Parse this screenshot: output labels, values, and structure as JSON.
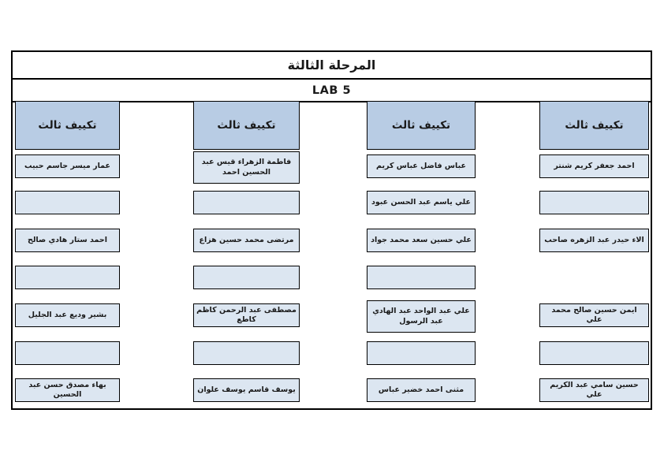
{
  "document": {
    "stage_title": "المرحلة الثالثة",
    "lab_title": "LAB 5",
    "group_header_label": "تكييف ثالث",
    "colors": {
      "header_fill": "#b8cce4",
      "cell_fill": "#dce6f1",
      "border": "#000000",
      "page_background": "#ffffff"
    },
    "columns": [
      {
        "side": "rightmost",
        "header": "تكييف ثالث",
        "cells": [
          {
            "text": "احمد جعفر كريم شنتر"
          },
          {
            "text": ""
          },
          {
            "text": "الاء حيدر عبد الزهره صاحب"
          },
          {
            "absent": true
          },
          {
            "text": "ايمن حسين صالح محمد علي"
          },
          {
            "text": ""
          },
          {
            "text": "حسين سامي عبد الكريم علي"
          }
        ]
      },
      {
        "side": "center-right",
        "header": "تكييف ثالث",
        "cells": [
          {
            "text": "عباس فاضل عباس كريم"
          },
          {
            "text": "علي ياسم عبد الحسن عبود"
          },
          {
            "text": "علي حسين سعد محمد جواد"
          },
          {
            "text": ""
          },
          {
            "text": "علي عبد الواحد عبد الهادي عبد الرسول",
            "lines": 2
          },
          {
            "text": ""
          },
          {
            "text": "مثنى احمد خضير عباس"
          }
        ]
      },
      {
        "side": "center-left",
        "header": "تكييف ثالث",
        "cells": [
          {
            "text": "فاطمة الزهراء قيس عبد الحسين احمد",
            "lines": 2
          },
          {
            "text": ""
          },
          {
            "text": "مرتضى محمد حسين هزاع"
          },
          {
            "text": ""
          },
          {
            "text": "مصطفى عبد الرحمن كاظم كاطع"
          },
          {
            "text": ""
          },
          {
            "text": "يوسف قاسم يوسف علوان"
          }
        ]
      },
      {
        "side": "leftmost",
        "header": "تكييف ثالث",
        "cells": [
          {
            "text": "عمار ميسر جاسم حبيب"
          },
          {
            "text": ""
          },
          {
            "text": "احمد ستار هادي صالح"
          },
          {
            "text": ""
          },
          {
            "text": "بشير وديع عبد الجليل"
          },
          {
            "text": ""
          },
          {
            "text": "بهاء مصدق حسن عبد الحسين"
          }
        ]
      }
    ]
  }
}
